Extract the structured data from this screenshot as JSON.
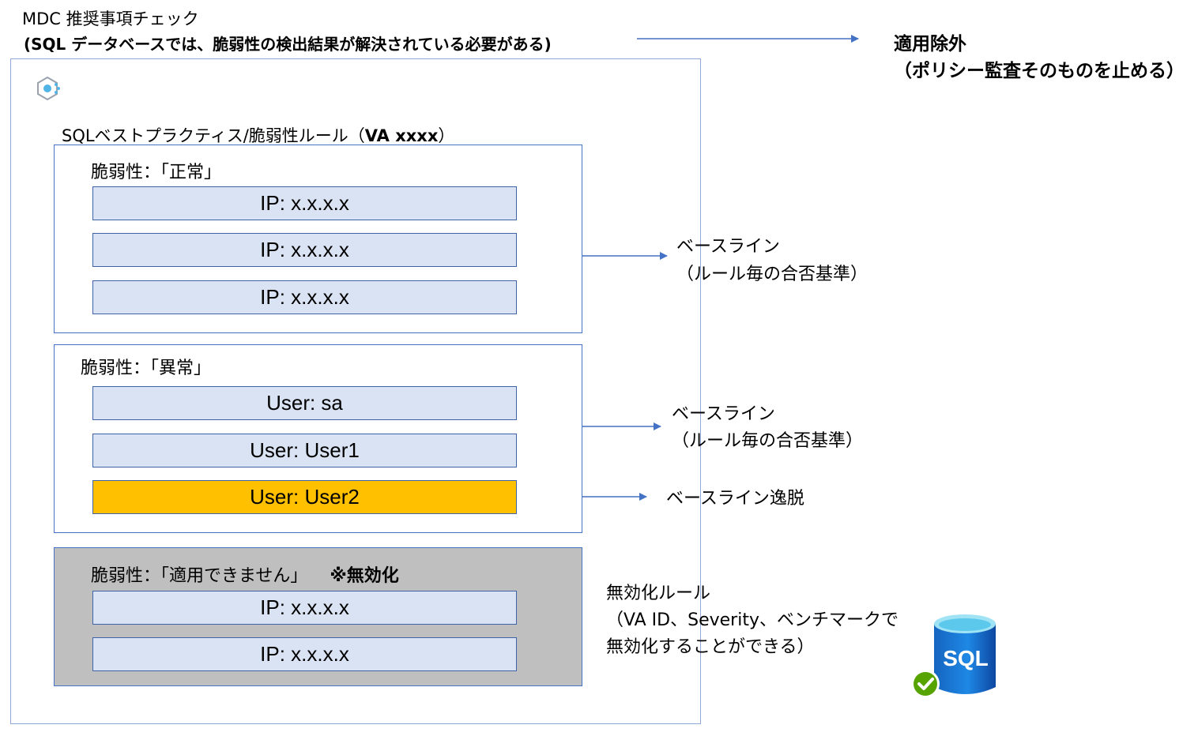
{
  "header": {
    "title": "MDC 推奨事項チェック",
    "subtitle": "(SQL データベースでは、脆弱性の検出結果が解決されている必要がある)"
  },
  "exemption": {
    "title": "適用除外",
    "note": "（ポリシー監査そのものを止める）"
  },
  "rules_title": {
    "prefix": "SQLベストプラクティス/脆弱性ルール（",
    "bold": "VA xxxx",
    "suffix": "）"
  },
  "panels": {
    "normal": {
      "label": "脆弱性：「正常」",
      "items": [
        "IP: x.x.x.x",
        "IP: x.x.x.x",
        "IP: x.x.x.x"
      ]
    },
    "abnormal": {
      "label": "脆弱性：「異常」",
      "items": [
        "User: sa",
        "User: User1",
        "User: User2"
      ]
    },
    "not_applicable": {
      "label": "脆弱性：「適用できません」",
      "badge": "※無効化",
      "items": [
        "IP: x.x.x.x",
        "IP: x.x.x.x"
      ]
    }
  },
  "annotations": {
    "baseline1": {
      "line1": "ベースライン",
      "line2": "（ルール毎の合否基準）"
    },
    "baseline2": {
      "line1": "ベースライン",
      "line2": "（ルール毎の合否基準）"
    },
    "deviation": "ベースライン逸脱",
    "disabled_rule": {
      "line1": "無効化ルール",
      "line2": "（VA ID、Severity、ベンチマークで",
      "line3": "無効化することができる）"
    }
  },
  "sql_icon": {
    "text": "SQL"
  },
  "colors": {
    "accent": "#4472c4",
    "item_bg": "#dae3f3",
    "deviation": "#ffc000",
    "disabled_bg": "#bfbfbf",
    "check": "#57a300"
  }
}
